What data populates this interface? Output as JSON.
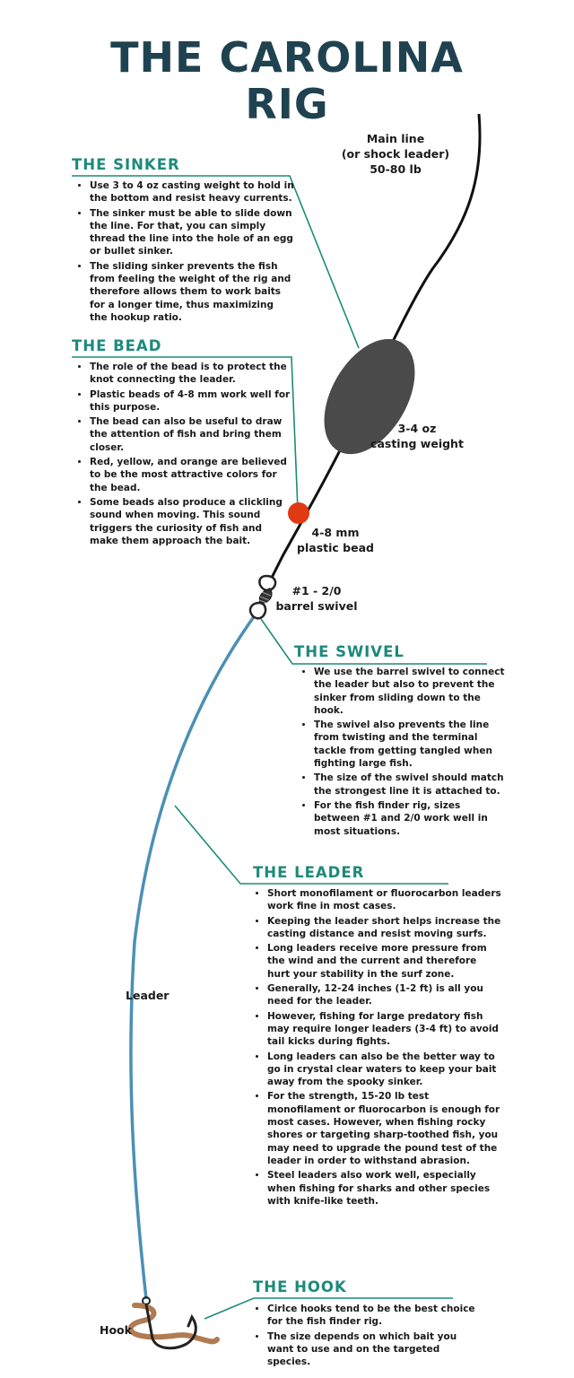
{
  "title": {
    "line1": "THE CAROLINA",
    "line2": "RIG"
  },
  "labels": {
    "main_line": [
      "Main line",
      "(or shock leader)",
      "50-80 lb"
    ],
    "weight": [
      "3-4 oz",
      "casting weight"
    ],
    "bead": [
      "4-8 mm",
      "plastic bead"
    ],
    "swivel": [
      "#1 - 2/0",
      "barrel swivel"
    ],
    "leader": "Leader",
    "hook": "Hook"
  },
  "sections": {
    "sinker": {
      "heading": "THE SINKER",
      "items": [
        "Use 3 to 4 oz casting weight to hold in the bottom and resist heavy currents.",
        "The sinker must be able to slide down the line. For that, you can simply thread the line into the hole of an egg or bullet sinker.",
        "The sliding sinker prevents the fish from feeling the weight of the rig and therefore allows them to work baits for a longer time, thus maximizing the hookup ratio."
      ]
    },
    "bead": {
      "heading": "THE BEAD",
      "items": [
        "The role of the bead is to protect the knot connecting the leader.",
        "Plastic beads of 4-8 mm work well for this purpose.",
        "The bead can also be useful to draw the attention of fish and bring them closer.",
        "Red, yellow, and orange are believed to be the most attractive colors for the bead.",
        "Some beads also produce a clickling sound when moving. This sound triggers the curiosity of fish and make them approach the bait."
      ]
    },
    "swivel": {
      "heading": "THE SWIVEL",
      "items": [
        "We use the barrel swivel to connect the leader but also to prevent the sinker from sliding down to the hook.",
        "The swivel also prevents the line from twisting and the terminal tackle from getting tangled when fighting large fish.",
        "The size of the swivel should match the strongest line it is attached to.",
        "For the fish finder rig, sizes between #1 and 2/0 work well in most situations."
      ]
    },
    "leader": {
      "heading": "THE LEADER",
      "items": [
        "Short monofilament or fluorocarbon leaders work fine in most cases.",
        "Keeping the leader short helps increase the casting distance and resist moving surfs.",
        "Long leaders receive more pressure from the wind and the current and therefore hurt your stability in the surf zone.",
        "Generally, 12-24 inches (1-2 ft) is all you need for the leader.",
        "However, fishing for large predatory fish may require longer leaders (3-4 ft) to avoid tail kicks during fights.",
        "Long leaders can also be the better way to go in crystal clear waters to keep your bait away from the spooky sinker.",
        "For the strength, 15-20 lb test monofilament or fluorocarbon is enough for most cases. However, when fishing rocky shores or targeting sharp-toothed fish, you may need to upgrade the pound test of the leader in order to withstand abrasion.",
        "Steel leaders also work well, especially when fishing for sharks and other species with knife-like teeth."
      ]
    },
    "hook": {
      "heading": "THE HOOK",
      "items": [
        "Cirlce hooks tend to be the best choice for the fish finder rig.",
        "The size depends on which bait you want to use and on the targeted species."
      ]
    }
  },
  "colors": {
    "title": "#1f4250",
    "heading": "#1c8a7b",
    "connector": "#1c8a7b",
    "main_line": "#111111",
    "leader_line": "#4a90b5",
    "sinker": "#4a4a4a",
    "bead": "#e03a12",
    "bait": "#b07b52"
  }
}
